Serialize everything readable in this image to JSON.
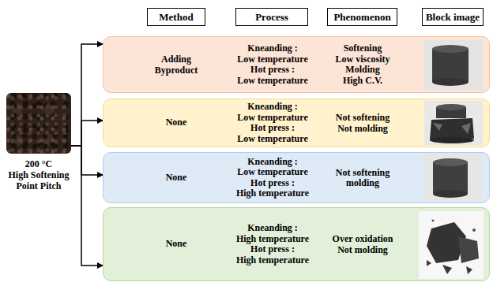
{
  "diagram": {
    "nodes": [
      {
        "text": [
          "Method"
        ]
      },
      {
        "text": [
          "Process"
        ]
      },
      {
        "text": [
          "Phenomenon"
        ]
      },
      {
        "text": [
          "Block image"
        ]
      },
      {
        "text": [
          "200 °C",
          "High Softening Point Pitch"
        ]
      },
      {
        "text": [
          "Adding Byproduct",
          "Kneanding :",
          "Low temperature",
          "Hot press :",
          "Low temperature",
          "Softening",
          "Low viscosity",
          "Molding",
          "High C.V."
        ]
      },
      {
        "text": [
          "None",
          "Kneanding :",
          "Low temperature",
          "Hot press :",
          "Low temperature",
          "Not softening",
          "Not molding"
        ]
      },
      {
        "text": [
          "None",
          "Kneanding :",
          "Low temperature",
          "Hot press :",
          "High temperature",
          "Not softening",
          "molding"
        ]
      },
      {
        "text": [
          "None",
          "Kneanding :",
          "High temperature",
          "Hot press :",
          "High temperature",
          "Over oxidation",
          "Not molding"
        ]
      }
    ],
    "edges": [
      {
        "from": 4,
        "to": 5,
        "arrow": "to"
      },
      {
        "from": 4,
        "to": 6,
        "arrow": "to"
      },
      {
        "from": 4,
        "to": 7,
        "arrow": "to"
      },
      {
        "from": 4,
        "to": 8,
        "arrow": "to"
      }
    ]
  }
}
